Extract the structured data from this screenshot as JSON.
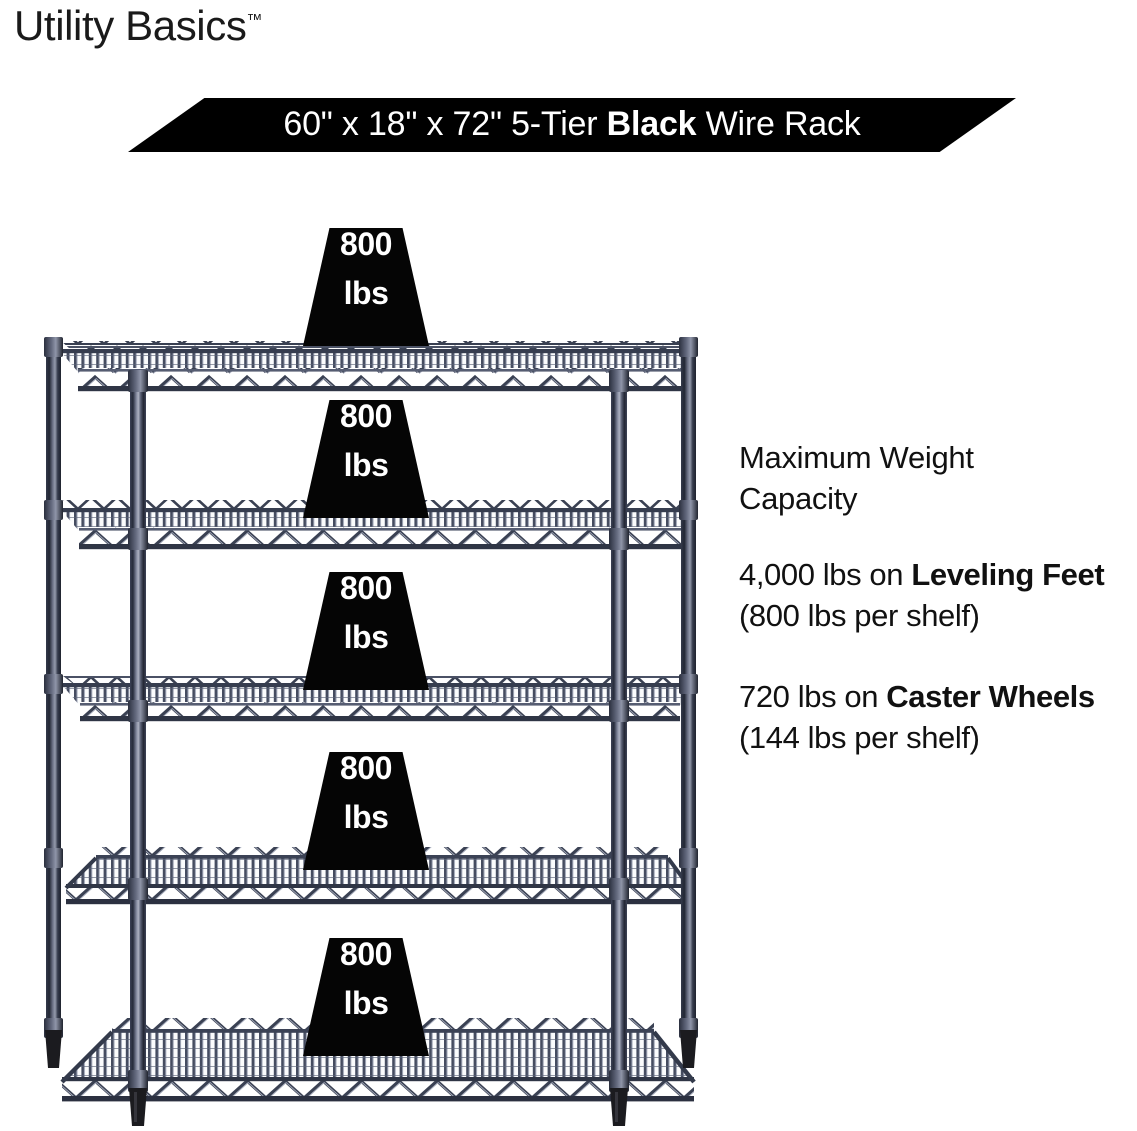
{
  "brand": {
    "name": "Utility Basics",
    "trademark": "™"
  },
  "banner": {
    "text_before": "60\" x 18\" x 72\" 5-Tier ",
    "text_bold": "Black",
    "text_after": " Wire Rack",
    "full_text": "60\" x 18\" x 72\" 5-Tier Black Wire Rack",
    "background_color": "#000000",
    "text_color": "#ffffff"
  },
  "product": {
    "width_in": "60\"",
    "depth_in": "18\"",
    "height_in": "72\"",
    "tiers": "5-Tier",
    "finish": "Black",
    "type": "Wire Rack"
  },
  "capacity": {
    "heading_line1": "Maximum Weight",
    "heading_line2": "Capacity",
    "heading": "Maximum Weight Capacity",
    "leveling_feet": {
      "total_before": "4,000 lbs on ",
      "bold": "Leveling Feet",
      "total_after": " (800 lbs per shelf)",
      "total_value": "4,000 lbs",
      "per_shelf_value": "800 lbs per shelf",
      "mount_type": "Leveling Feet"
    },
    "caster_wheels": {
      "total_before": "720 lbs on ",
      "bold": "Caster Wheels",
      "total_after": " (144 lbs per shelf)",
      "total_value": "720 lbs",
      "per_shelf_value": "144 lbs per shelf",
      "mount_type": "Caster Wheels"
    }
  },
  "shelf_badges": [
    {
      "value": "800",
      "unit": "lbs",
      "shelf_index": 1
    },
    {
      "value": "800",
      "unit": "lbs",
      "shelf_index": 2
    },
    {
      "value": "800",
      "unit": "lbs",
      "shelf_index": 3
    },
    {
      "value": "800",
      "unit": "lbs",
      "shelf_index": 4
    },
    {
      "value": "800",
      "unit": "lbs",
      "shelf_index": 5
    }
  ],
  "colors": {
    "background": "#ffffff",
    "text": "#111111",
    "banner_fill": "#000000",
    "badge_fill": "#050505",
    "badge_text": "#ffffff",
    "post_dark": "#2b3040",
    "post_mid": "#454c60",
    "post_light": "#8d93a6",
    "wire_dark": "#353c4d",
    "wire_light": "#b9bdcb",
    "foot_black": "#1b1b1f"
  }
}
